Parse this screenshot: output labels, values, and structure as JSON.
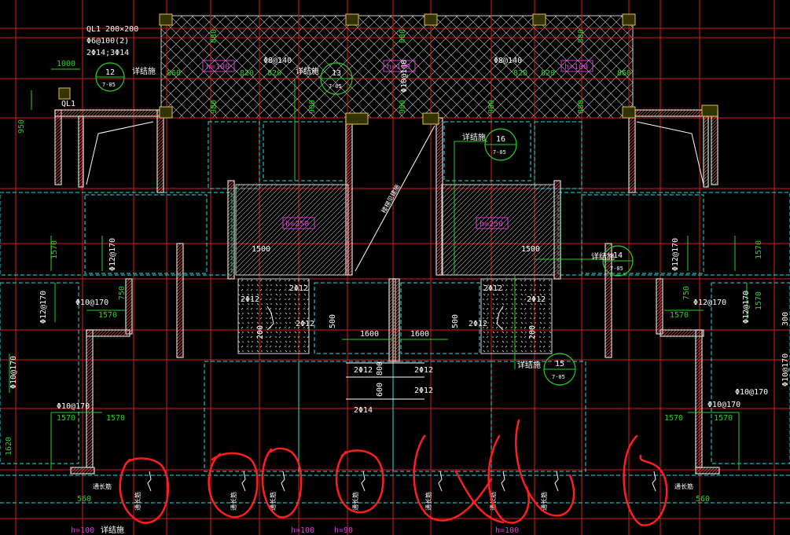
{
  "colors": {
    "background": "#000000",
    "grid_red": "#d81b1b",
    "wall": "#d9d9d9",
    "wall_hatch": "#ff3b3b",
    "beam_cyan": "#1ee6e6",
    "dim_green": "#22d422",
    "rebar_white": "#ffffff",
    "slab_label": "#e238e2",
    "column_yellow": "#e0c050",
    "markup_red": "#ff1e1e"
  },
  "beam_note": {
    "id": "QL1",
    "line1": "QL1 200×200",
    "line2": "Φ6@100(2)",
    "line3": "2Φ14;3Φ14",
    "tag": "QL1"
  },
  "dims": {
    "d1000": "1000",
    "d950": "950",
    "d880_a": "880",
    "d880_b": "880",
    "d880_c": "880",
    "d880_d": "880",
    "d860_a": "860",
    "d820_a": "820",
    "d820_b": "820",
    "d820_c": "820",
    "d820_d": "820",
    "d860_b": "860",
    "d980_a": "980",
    "d980_b": "980",
    "d980_c": "980",
    "d900_a": "900",
    "d1570_a": "1570",
    "d1570_b": "1570",
    "d1570_c": "1570",
    "d1570_d": "1570",
    "d1570_e": "1570",
    "d1570_f": "1570",
    "d1570_g": "1570",
    "d1570_h": "1570",
    "d750_a": "750",
    "d750_b": "750",
    "d1500_a": "1500",
    "d1500_b": "1500",
    "d1600_a": "1600",
    "d1600_b": "1600",
    "d500_a": "500",
    "d500_b": "500",
    "d200_a": "200",
    "d200_b": "200",
    "d800": "800",
    "d600": "600",
    "d1620": "1620",
    "d560_a": "560",
    "d560_b": "560",
    "d300": "300"
  },
  "rebar": {
    "r_top1": "Φ8@140",
    "r_top2": "Φ8@140",
    "r_top3": "Φ10@140",
    "r_l1": "Φ12@170",
    "r_l2": "Φ12@170",
    "r_l3": "Φ10@170",
    "r_l4": "Φ10@170",
    "r_l5": "Φ10@170",
    "r_r1": "Φ12@170",
    "r_r2": "Φ12@170",
    "r_r3": "Φ12@170",
    "r_r4": "Φ10@170",
    "r_r5": "Φ10@170",
    "r_r6": "Φ10@170",
    "b1": "2Φ12",
    "b2": "2Φ12",
    "b3": "2Φ12",
    "b4": "2Φ12",
    "b5": "2Φ12",
    "b6": "2Φ12",
    "b7": "2Φ12",
    "b8": "2Φ12",
    "b9": "2Φ12",
    "b10": "2Φ14"
  },
  "slabs": {
    "s1": "h=100",
    "s2": "h=100",
    "s3": "h=100",
    "s4": "h=250",
    "s5": "h=250",
    "s6": "h=100",
    "s7": "h=100",
    "s8": "h=100",
    "s9": "h=90"
  },
  "details": {
    "label": "详结施",
    "label2": "详结施",
    "label3": "详结施",
    "label4": "详结施",
    "label5": "详结施",
    "label6": "详结施",
    "c12_num": "12",
    "c12_sub": "7-05",
    "c13_num": "13",
    "c13_sub": "7-05",
    "c16_num": "16",
    "c16_sub": "7-05",
    "c14_num": "14",
    "c14_sub": "7-05",
    "c15_num": "15",
    "c15_sub": "7-05"
  },
  "notes": {
    "stair": "楼梯见建施",
    "through": "通长筋",
    "through2": "通长筋",
    "through3": "通长筋",
    "through4": "通长筋",
    "through5": "通长筋",
    "through6": "通长筋",
    "through7": "通长筋",
    "through8": "通长筋",
    "through9": "通长筋"
  }
}
